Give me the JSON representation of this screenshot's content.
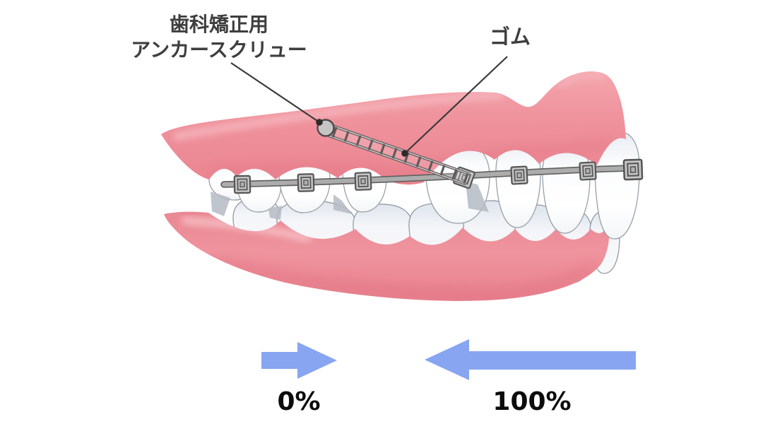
{
  "diagram": {
    "type": "dental-orthodontics-illustration",
    "description": "Side view of upper and lower teeth with braces; an orthodontic anchor screw placed in the upper gum is connected by an elastic chain to a bracket on the archwire to retract the front teeth",
    "callouts": {
      "anchor_screw": {
        "line1": "歯科矯正用",
        "line2": "アンカースクリュー"
      },
      "elastic": {
        "label": "ゴム"
      }
    },
    "hardware": {
      "bracket_count": 7,
      "chain_link_count": 12,
      "has_archwire": true,
      "has_anchor_screw": true
    },
    "movement_arrows": {
      "right_arrow_label": "0%",
      "left_arrow_label": "100%"
    },
    "colors": {
      "gum_pink": "#ef939d",
      "gum_highlight": "#f6b6bd",
      "gum_shadow": "#e06d7e",
      "tooth_white": "#ffffff",
      "tooth_shade": "#e3e8f1",
      "hardware_gray": "#c6c6c6",
      "hardware_outline": "#565656",
      "wire_light": "#acacac",
      "leader_line": "#3a3a3a",
      "label_text": "#3e3e3e",
      "percent_text": "#0c0c0c",
      "arrow_blue": "#88a5f2"
    }
  }
}
